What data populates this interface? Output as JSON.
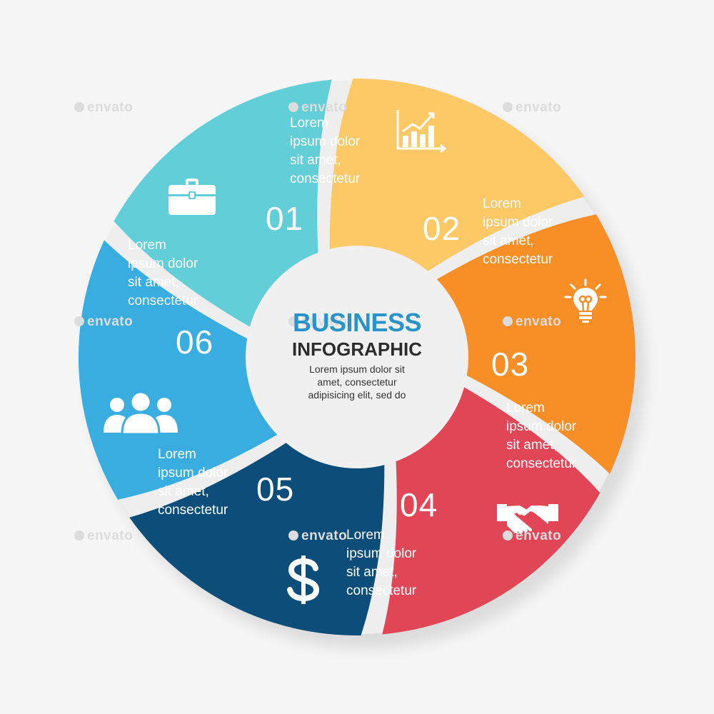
{
  "colors": {
    "background": "#f5f5f5",
    "step_01": "#fdc866",
    "step_02": "#f88e26",
    "step_03": "#e14657",
    "step_04": "#0c4e79",
    "step_05": "#39ade0",
    "step_06": "#61ced8",
    "title_blue": "#2a94c8"
  },
  "center": {
    "title_line1": "BUSINESS",
    "title_line2": "INFOGRAPHIC",
    "text": "Lorem ipsum dolor sit\namet, consectetur\nadipisicing elit, sed do"
  },
  "steps": [
    {
      "number": "01",
      "text": "Lorem\nipsum dolor\nsit amet,\nconsectetur",
      "icon": "bar-chart-icon"
    },
    {
      "number": "02",
      "text": "Lorem\nipsum dolor\nsit amet,\nconsectetur",
      "icon": "lightbulb-icon"
    },
    {
      "number": "03",
      "text": "Lorem\nipsum dolor\nsit amet,\nconsectetur",
      "icon": "handshake-icon"
    },
    {
      "number": "04",
      "text": "Lorem\nipsum dolor\nsit amet,\nconsectetur",
      "icon": "dollar-icon"
    },
    {
      "number": "05",
      "text": "Lorem\nipsum dolor\nsit amet,\nconsectetur",
      "icon": "people-icon"
    },
    {
      "number": "06",
      "text": "Lorem\nipsum dolor\nsit amet,\nconsectetur",
      "icon": "briefcase-icon"
    }
  ],
  "watermark": "envato"
}
